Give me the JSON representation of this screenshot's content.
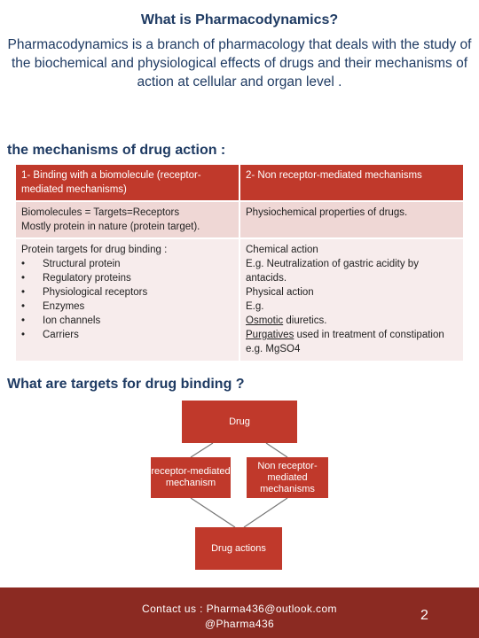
{
  "title": "What is Pharmacodynamics?",
  "intro": "Pharmacodynamics is a branch of pharmacology that deals with the study of the biochemical and physiological effects of drugs and their mechanisms of action at cellular and organ level .",
  "mechanisms_heading": "the mechanisms of drug action :",
  "table": {
    "header": {
      "left": "1- Binding with a biomolecule (receptor-mediated mechanisms)",
      "right": "2- Non receptor-mediated mechanisms"
    },
    "row1": {
      "left": "Biomolecules = Targets=Receptors\nMostly protein in nature (protein target).",
      "right": "Physiochemical properties of drugs."
    },
    "row2_left": {
      "intro": "Protein targets for drug binding :",
      "items": [
        "Structural protein",
        "Regulatory proteins",
        "Physiological receptors",
        "Enzymes",
        "Ion channels",
        "Carriers"
      ]
    },
    "row2_right": {
      "chemical_label": "Chemical action",
      "chemical_example": "E.g. Neutralization of gastric acidity by antacids.",
      "physical_label": "Physical action",
      "eg": "E.g.",
      "osmotic": "Osmotic",
      "osmotic_rest": " diuretics.",
      "purgatives": "Purgatives",
      "purgatives_rest": " used in treatment of constipation e.g. MgSO4"
    }
  },
  "targets_heading": "What are targets for drug binding ?",
  "diagram": {
    "drug": "Drug",
    "receptor": "receptor-mediated mechanism",
    "non_receptor": "Non receptor-mediated mechanisms",
    "actions": "Drug actions"
  },
  "footer": {
    "contact_line1": "Contact us : Pharma436@outlook.com",
    "contact_line2": "@Pharma436",
    "page_number": "2"
  },
  "colors": {
    "accent": "#c0392b",
    "footer": "#8b2a22",
    "heading": "#1f3b63",
    "row_light": "#efd7d5",
    "row_lighter": "#f7ecec"
  }
}
